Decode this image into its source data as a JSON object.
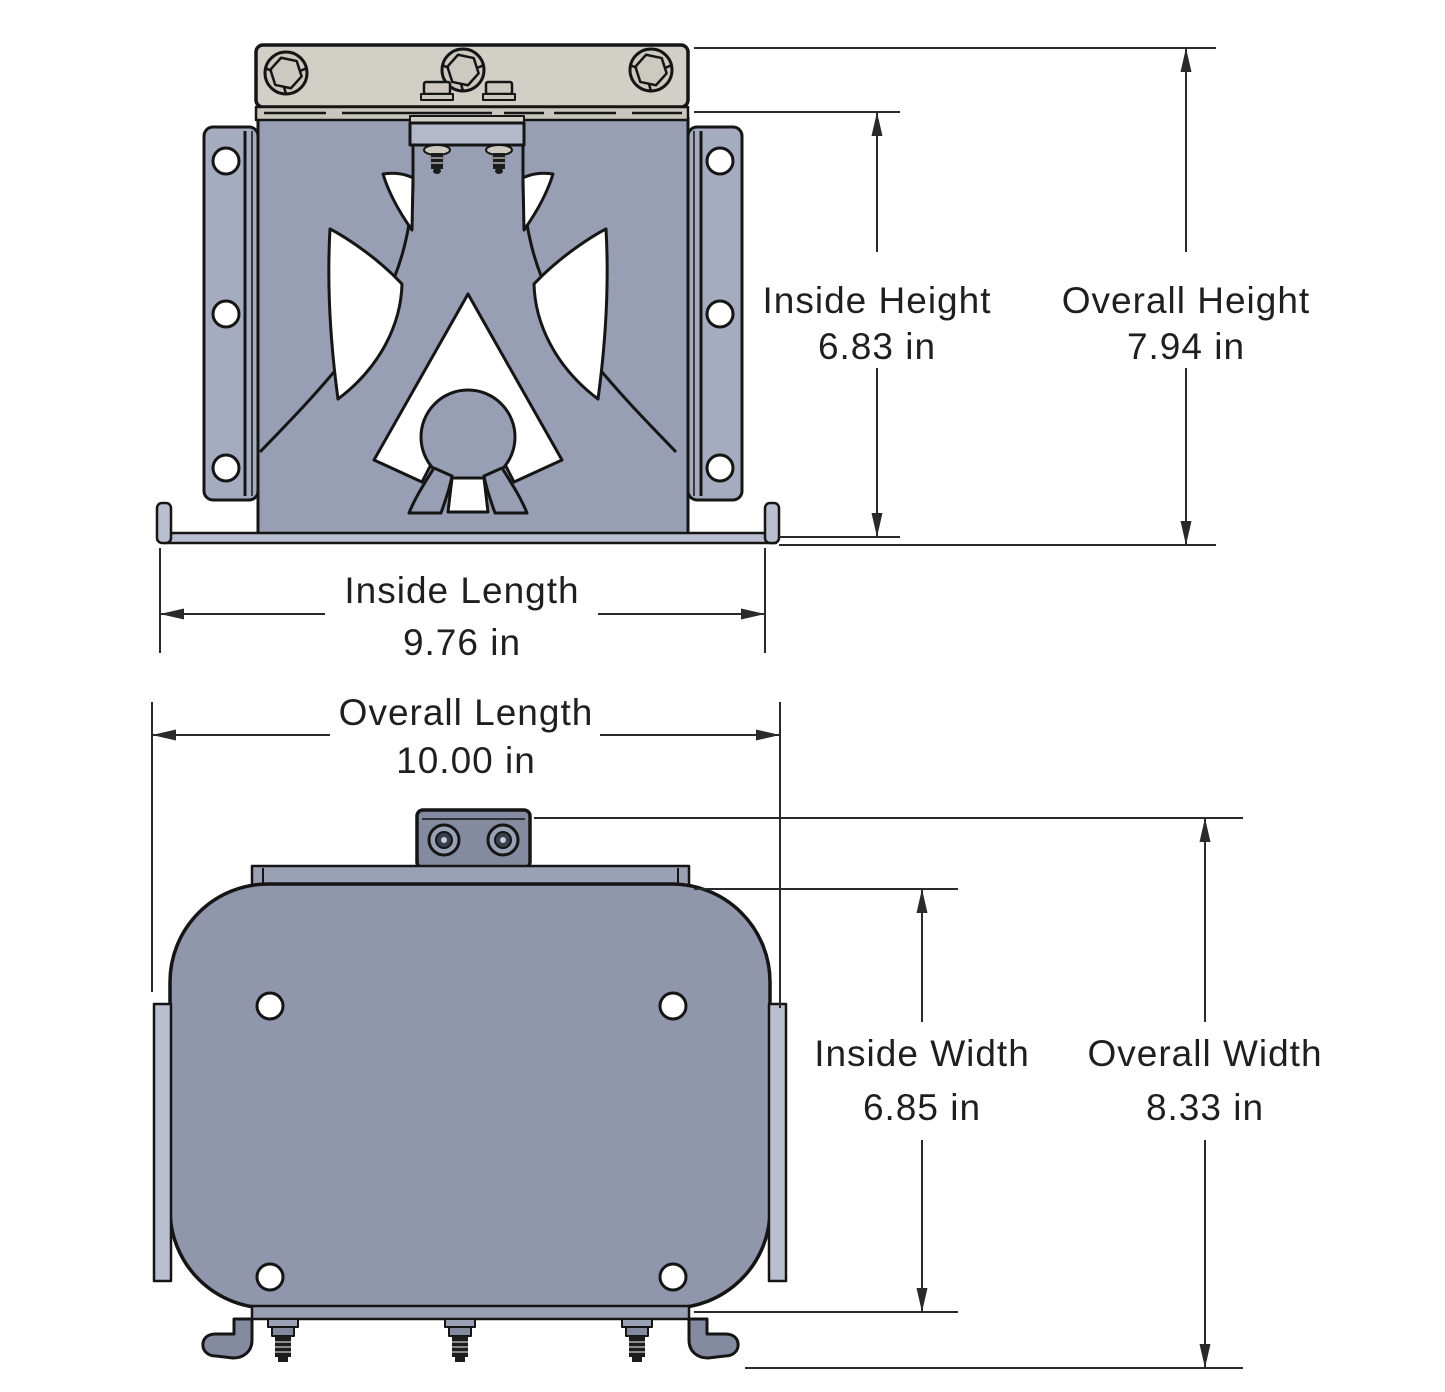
{
  "dimensions": {
    "inside_height": {
      "label": "Inside Height",
      "value": "6.83 in"
    },
    "overall_height": {
      "label": "Overall Height",
      "value": "7.94 in"
    },
    "inside_length": {
      "label": "Inside Length",
      "value": "9.76 in"
    },
    "overall_length": {
      "label": "Overall Length",
      "value": "10.00 in"
    },
    "inside_width": {
      "label": "Inside Width",
      "value": "6.85 in"
    },
    "overall_width": {
      "label": "Overall Width",
      "value": "8.33 in"
    }
  },
  "colors": {
    "background": "#ffffff",
    "body": "#989eb3",
    "body2": "#9097ac",
    "plate": "#d2cfc7",
    "bolt": "#ccc9c1",
    "rail": "#c9c6be",
    "rail2": "#9ba1b4",
    "flange": "#a6acbf",
    "tab": "#b9bfce",
    "clampbar": "#b3b9ca",
    "clamp": "#848ba0",
    "hardware_dark": "#1c1c1c",
    "cutout": "#ffffff",
    "outline": "#151515",
    "dimension_line": "#2a2a2a",
    "text": "#1f1f1f"
  }
}
